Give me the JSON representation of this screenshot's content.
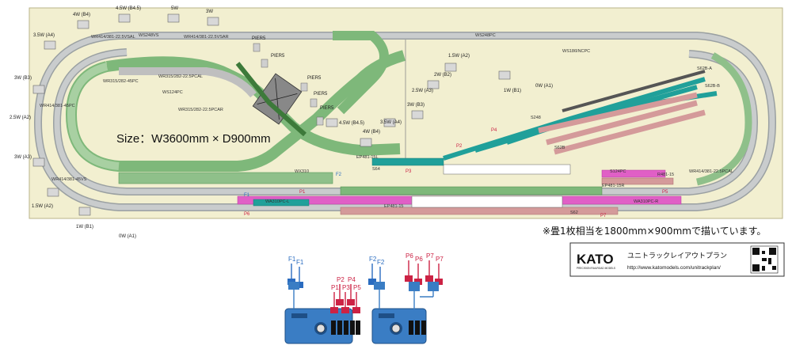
{
  "size_label": "Size：W3600mm × D900mm",
  "note": "※畳1枚相当を1800mm×900mmで描いています。",
  "brand": {
    "logo": "KATO",
    "sub": "PRECISION RAILROAD MODELS",
    "title": "ユニトラックレイアウトプラン",
    "url": "http://www.katomodels.com/unitrackplan/"
  },
  "feeders": [
    {
      "id": "F1",
      "color": "#2a6cc0"
    },
    {
      "id": "F2",
      "color": "#2a6cc0"
    },
    {
      "id": "P1",
      "color": "#cc2244"
    },
    {
      "id": "P2",
      "color": "#cc2244"
    },
    {
      "id": "P3",
      "color": "#cc2244"
    },
    {
      "id": "P4",
      "color": "#cc2244"
    },
    {
      "id": "P5",
      "color": "#cc2244"
    },
    {
      "id": "P6",
      "color": "#cc2244"
    },
    {
      "id": "P7",
      "color": "#cc2244"
    }
  ],
  "power_labels": [
    "4W (B4)",
    "4.5W (B4.5)",
    "5W",
    "3W",
    "3.5W (A4)",
    "3W (B3)",
    "2.5W (A2)",
    "3W (A3)",
    "1.5W (A2)",
    "1W (B1)",
    "0W (A1)",
    "4.5W (B4.5)",
    "4W (B4)",
    "3.5W (A4)",
    "3W (B3)",
    "2.5W (A3)",
    "2W (B2)",
    "1.5W (A2)",
    "1W (B1)",
    "0W (A1)"
  ],
  "pier_labels": [
    "PIER5",
    "PIER5",
    "PIER5",
    "PIER5",
    "PIER5"
  ],
  "track_labels": [
    "WS248VS",
    "WR414/381-22.5VSAL",
    "WR414/381-22.5VSAR",
    "WS248PC",
    "WS186INCPC",
    "WS124PC",
    "WR315/282-45PC",
    "WR315/282-22.5PCAL",
    "WR315/282-22.5PCAR",
    "WX310",
    "WA310PC-L",
    "WA310PC-R",
    "EP481-15L",
    "EP481-15R",
    "EP481-15",
    "S248",
    "S124PC",
    "S62",
    "S64",
    "S62B",
    "S62B-A",
    "S62B-B",
    "R481-15",
    "WR414/381-45PC",
    "WR414/381-45VS",
    "WR414/381-22.5PCAL"
  ]
}
